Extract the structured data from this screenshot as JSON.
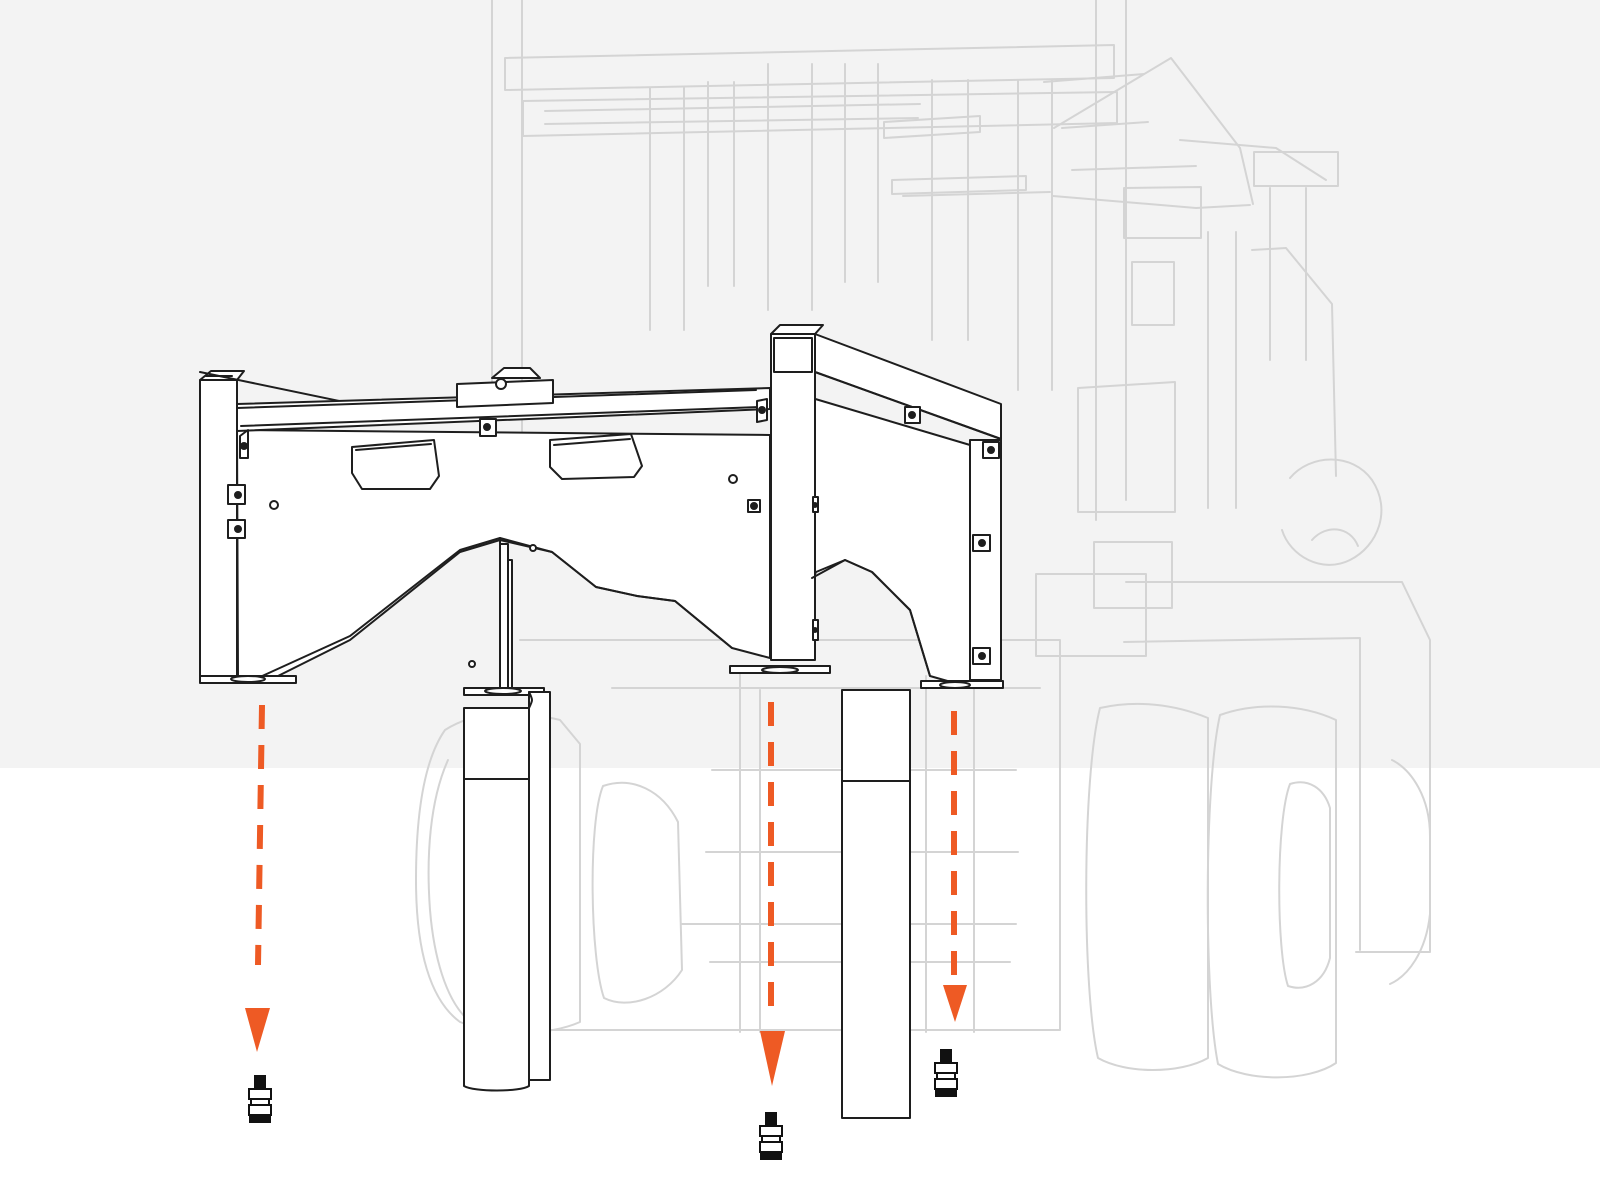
{
  "figure": {
    "kind": "exploded-assembly-illustration",
    "colors": {
      "background_upper": "#f3f3f3",
      "background_lower": "#ffffff",
      "ghost_line": "#d4d4d4",
      "ghost_fill": "#ffffff",
      "assembly_line": "#1e1e1e",
      "assembly_fill": "#ffffff",
      "assembly_shade": "#f1f1f1",
      "arrow": "#ee5a24",
      "bolt": "#111111"
    }
  },
  "background": {
    "forklift": {
      "name": "forklift-ghost",
      "icon": "forklift-outline-icon",
      "style": "faded outline"
    }
  },
  "assembly": {
    "name": "jib-frame-attachment",
    "icon": "frame-assembly-icon",
    "style": "black line art"
  },
  "fasteners": [
    {
      "name": "left-bolt",
      "icon": "bolt-icon"
    },
    {
      "name": "middle-bolt",
      "icon": "bolt-icon"
    },
    {
      "name": "right-bolt",
      "icon": "bolt-icon"
    }
  ],
  "arrows": [
    {
      "name": "left-install-arrow",
      "icon": "arrow-down-icon",
      "style": "dashed"
    },
    {
      "name": "middle-install-arrow",
      "icon": "arrow-down-icon",
      "style": "dashed"
    },
    {
      "name": "right-install-arrow",
      "icon": "arrow-down-icon",
      "style": "dashed"
    }
  ]
}
